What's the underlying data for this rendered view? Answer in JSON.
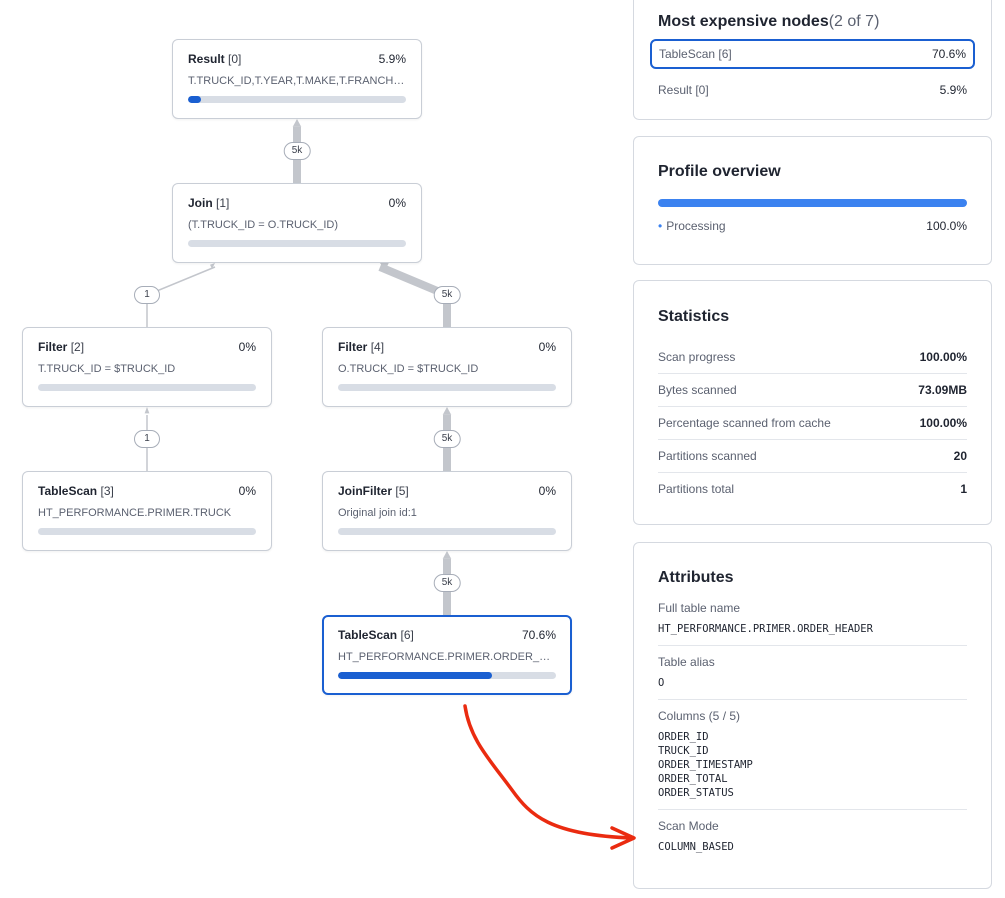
{
  "colors": {
    "accent": "#1a5fd1",
    "profile_bar": "#3b82f0",
    "annotation": "#ea2b10",
    "edge": "#c3c6cc"
  },
  "graph": {
    "nodes": [
      {
        "id": "result-0",
        "name": "Result",
        "index": "[0]",
        "percent": "5.9%",
        "progress": 0.059,
        "detail": "T.TRUCK_ID,T.YEAR,T.MAKE,T.FRANCHISE_ID",
        "selected": false
      },
      {
        "id": "join-1",
        "name": "Join",
        "index": "[1]",
        "percent": "0%",
        "progress": 0,
        "detail": "(T.TRUCK_ID = O.TRUCK_ID)",
        "selected": false
      },
      {
        "id": "filter-2",
        "name": "Filter",
        "index": "[2]",
        "percent": "0%",
        "progress": 0,
        "detail": "T.TRUCK_ID = $TRUCK_ID",
        "selected": false
      },
      {
        "id": "filter-4",
        "name": "Filter",
        "index": "[4]",
        "percent": "0%",
        "progress": 0,
        "detail": "O.TRUCK_ID = $TRUCK_ID",
        "selected": false
      },
      {
        "id": "tablescan-3",
        "name": "TableScan",
        "index": "[3]",
        "percent": "0%",
        "progress": 0,
        "detail": "HT_PERFORMANCE.PRIMER.TRUCK",
        "selected": false
      },
      {
        "id": "joinfilter-5",
        "name": "JoinFilter",
        "index": "[5]",
        "percent": "0%",
        "progress": 0,
        "detail": "Original join id:1",
        "selected": false
      },
      {
        "id": "tablescan-6",
        "name": "TableScan",
        "index": "[6]",
        "percent": "70.6%",
        "progress": 0.706,
        "detail": "HT_PERFORMANCE.PRIMER.ORDER_HEADER",
        "selected": true
      }
    ],
    "edges": [
      {
        "from": "join-1",
        "to": "result-0",
        "rows": "5k"
      },
      {
        "from": "filter-2",
        "to": "join-1",
        "rows": "1"
      },
      {
        "from": "filter-4",
        "to": "join-1",
        "rows": "5k"
      },
      {
        "from": "tablescan-3",
        "to": "filter-2",
        "rows": "1"
      },
      {
        "from": "joinfilter-5",
        "to": "filter-4",
        "rows": "5k"
      },
      {
        "from": "tablescan-6",
        "to": "joinfilter-5",
        "rows": "5k"
      }
    ]
  },
  "expensive": {
    "title": "Most expensive nodes",
    "count": "(2 of 7)",
    "items": [
      {
        "label": "TableScan [6]",
        "value": "70.6%",
        "selected": true
      },
      {
        "label": "Result [0]",
        "value": "5.9%",
        "selected": false
      }
    ]
  },
  "profile": {
    "title": "Profile overview",
    "progress": 1.0,
    "bullet": "•",
    "label": "Processing",
    "value": "100.0%"
  },
  "statistics": {
    "title": "Statistics",
    "rows": [
      {
        "label": "Scan progress",
        "value": "100.00%"
      },
      {
        "label": "Bytes scanned",
        "value": "73.09MB"
      },
      {
        "label": "Percentage scanned from cache",
        "value": "100.00%"
      },
      {
        "label": "Partitions scanned",
        "value": "20"
      },
      {
        "label": "Partitions total",
        "value": "1"
      }
    ]
  },
  "attributes": {
    "title": "Attributes",
    "items": [
      {
        "label": "Full table name",
        "value": "HT_PERFORMANCE.PRIMER.ORDER_HEADER"
      },
      {
        "label": "Table alias",
        "value": "O"
      },
      {
        "label": "Columns (5 / 5)",
        "value": "ORDER_ID\nTRUCK_ID\nORDER_TIMESTAMP\nORDER_TOTAL\nORDER_STATUS"
      },
      {
        "label": "Scan Mode",
        "value": "COLUMN_BASED"
      }
    ]
  }
}
